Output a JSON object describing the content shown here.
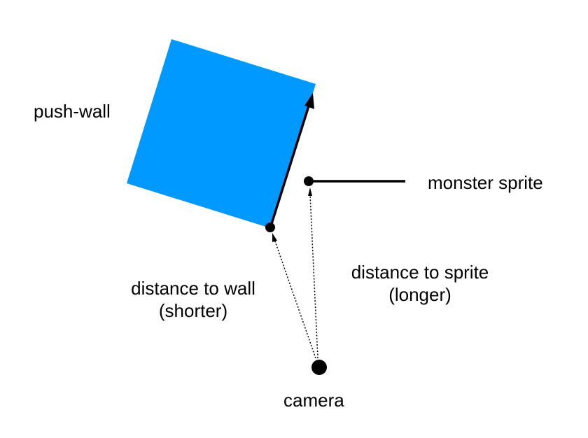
{
  "labels": {
    "push_wall": "push-wall",
    "monster_sprite": "monster sprite",
    "distance_to_wall": "distance to wall",
    "distance_to_wall_note": "(shorter)",
    "distance_to_sprite": "distance to sprite",
    "distance_to_sprite_note": "(longer)",
    "camera": "camera"
  },
  "colors": {
    "wall": "#0099FF",
    "ink": "#000000",
    "background": "#FFFFFF"
  }
}
